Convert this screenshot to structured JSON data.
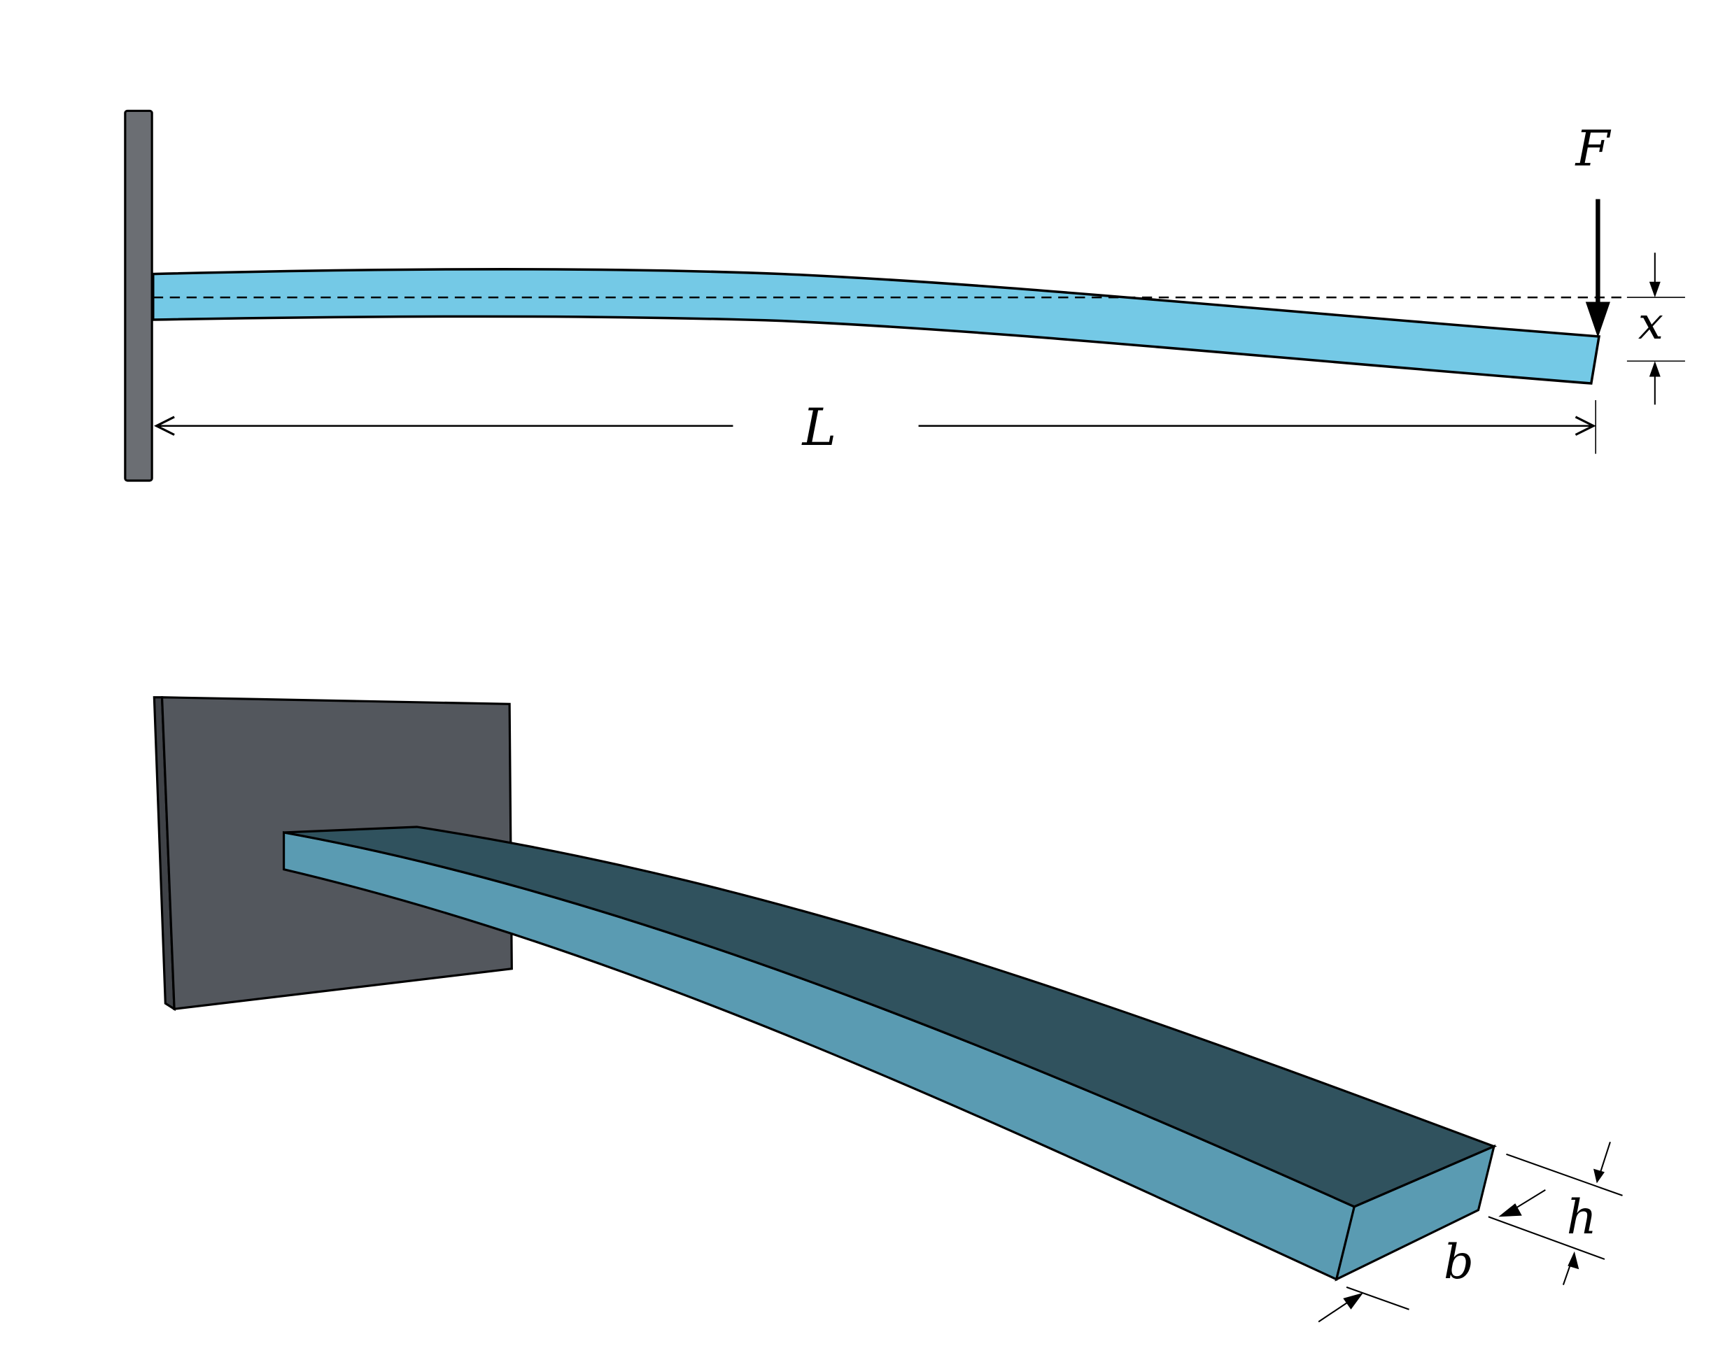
{
  "labels": {
    "force": "F",
    "deflection": "x",
    "length": "L",
    "height": "h",
    "width": "b"
  },
  "colors": {
    "wall": "#6b6e73",
    "beam_2d": "#74c9e6",
    "wall_3d": "#53575d",
    "beam_top": "#30525e",
    "beam_side": "#5a9bb2"
  }
}
